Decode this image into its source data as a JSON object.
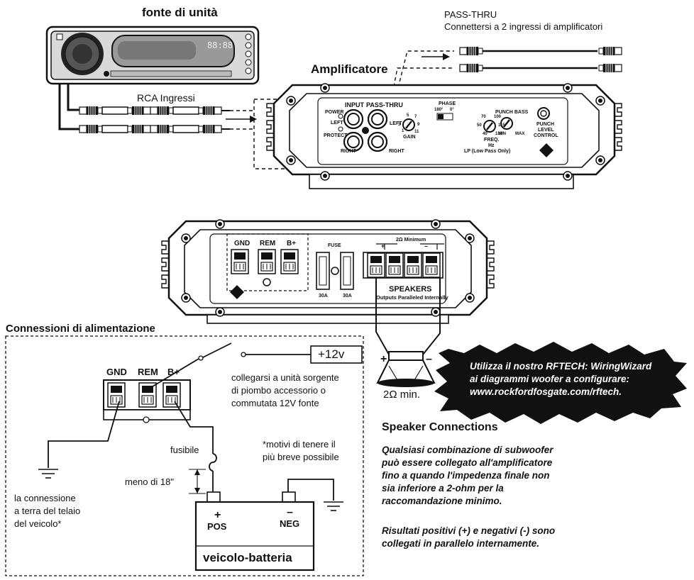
{
  "head_unit": {
    "title": "fonte di unità",
    "display": "88:88"
  },
  "pass_thru": {
    "title": "PASS-THRU",
    "subtitle": "Connettersi a 2 ingressi di amplificatori"
  },
  "amplifier": {
    "title": "Amplificatore"
  },
  "rca": {
    "label": "RCA Ingressi"
  },
  "amp_panel": {
    "input": "INPUT",
    "pass_thru": "PASS-THRU",
    "power": "POWER",
    "protect": "PROTECT",
    "left": "LEFT",
    "right": "RIGHT",
    "left2": "LEFT",
    "right2": "RIGHT",
    "gain": "GAIN",
    "gain_ticks": [
      "1",
      "3",
      "5",
      "7",
      "9",
      "11"
    ],
    "phase": "PHASE",
    "phase_180": "180°",
    "phase_0": "0°",
    "freq_ticks": [
      "40",
      "50",
      "70",
      "100",
      "115",
      "130"
    ],
    "freq_lines": [
      "FREQ.",
      "Hz",
      "LP (Low Pass Only)"
    ],
    "punch_bass": "PUNCH BASS",
    "min": "MIN",
    "max": "MAX",
    "punch_level": [
      "PUNCH",
      "LEVEL",
      "CONTROL"
    ]
  },
  "amp_bottom": {
    "gnd": "GND",
    "rem": "REM",
    "bplus": "B+",
    "fuse": "FUSE",
    "fuse1": "30A",
    "fuse2": "30A",
    "min2ohm": "2Ω Minimum",
    "plus": "+",
    "minus": "–",
    "speakers": "SPEAKERS",
    "outputs": "Outputs Paralleled Internally"
  },
  "power": {
    "title": "Connessioni di alimentazione",
    "gnd": "GND",
    "rem": "REM",
    "bplus": "B+",
    "v12": "+12v",
    "remote_note": [
      "collegarsi a unità sorgente",
      "di piombo accessorio o",
      "commutata 12V fonte"
    ],
    "fuse": "fusibile",
    "keep_short": [
      "*motivi di tenere il",
      "più breve possibile"
    ],
    "distance": "meno di 18\"",
    "ground_note": [
      "la connessione",
      "a terra del telaio",
      "del veicolo*"
    ],
    "pos_sign": "+",
    "pos": "POS",
    "neg_sign": "–",
    "neg": "NEG",
    "battery": "veicolo-batteria"
  },
  "speaker": {
    "plus": "+",
    "minus": "–",
    "min_label": "2Ω min.",
    "title": "Speaker Connections",
    "para1": [
      "Qualsiasi combinazione di subwoofer",
      "può essere collegato all'amplificatore",
      "fino a quando l'impedenza finale non",
      "sia inferiore a 2-ohm per la",
      "raccomandazione minimo."
    ],
    "para2": [
      "Risultati positivi (+) e negativi (-) sono",
      "collegati in parallelo internamente."
    ]
  },
  "callout": {
    "lines": [
      "Utilizza il nostro RFTECH: WiringWizard",
      "ai diagrammi woofer a configurare:",
      "www.rockfordfosgate.com/rftech."
    ]
  }
}
